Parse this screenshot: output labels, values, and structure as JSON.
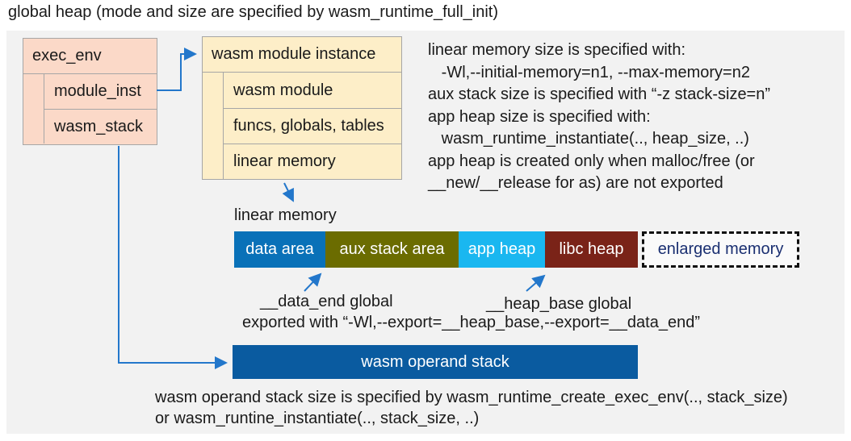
{
  "title": "global heap (mode and size are specified by wasm_runtime_full_init)",
  "exec_env": {
    "header": "exec_env",
    "rows": [
      "module_inst",
      "wasm_stack"
    ]
  },
  "module_instance": {
    "header": "wasm module instance",
    "rows": [
      "wasm module",
      "funcs, globals, tables",
      "linear memory"
    ]
  },
  "notes": {
    "lines": [
      "linear memory size is specified with:",
      "   -Wl,--initial-memory=n1, --max-memory=n2",
      "aux stack size is specified with “-z stack-size=n”",
      "app heap size is specified with:",
      "   wasm_runtime_instantiate(.., heap_size, ..)",
      "app heap is created only when malloc/free (or",
      "__new/__release for as) are not exported"
    ]
  },
  "linear_memory": {
    "label": "linear memory",
    "segments": [
      {
        "label": "data area",
        "color": "#0971b8"
      },
      {
        "label": "aux stack area",
        "color": "#6b6c00"
      },
      {
        "label": "app heap",
        "color": "#1ab7f0"
      },
      {
        "label": "libc heap",
        "color": "#7a2318"
      },
      {
        "label": "enlarged memory",
        "color": "#fafafa",
        "text_color": "#1a2f71",
        "border_style": "dashed"
      }
    ],
    "data_end_label": "__data_end global",
    "heap_base_label": "__heap_base global",
    "export_note": "exported with “-Wl,--export=__heap_base,--export=__data_end”"
  },
  "operand_stack": {
    "label": "wasm operand stack",
    "color": "#0a5ba0"
  },
  "footer": {
    "lines": [
      "wasm operand stack size is specified by wasm_runtime_create_exec_env(.., stack_size)",
      "or wasm_runtine_instantiate(.., stack_size, ..)"
    ]
  },
  "colors": {
    "panel_bg": "#f2f2f2",
    "exec_env_bg": "#fbd9c8",
    "module_instance_bg": "#fdeec8",
    "box_border": "#a6a6a6",
    "arrow": "#2377cb"
  }
}
